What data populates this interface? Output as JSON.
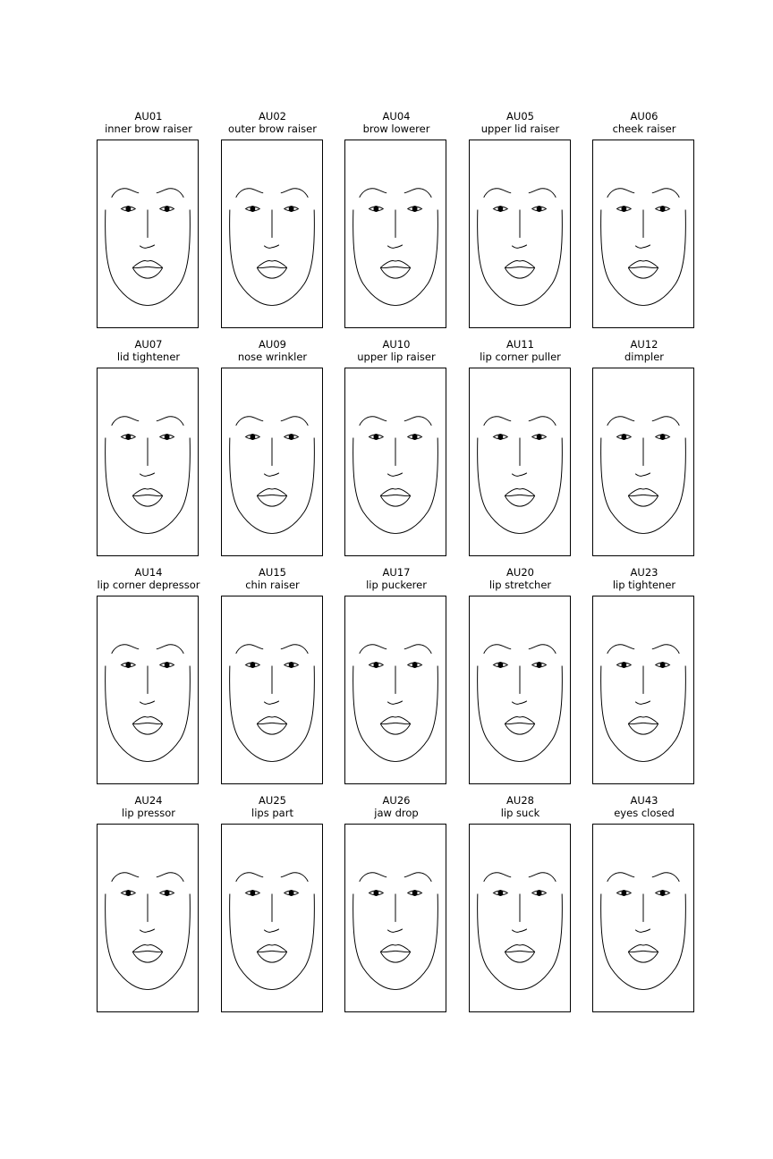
{
  "figure": {
    "line_color": "#000000",
    "panels": [
      {
        "code": "AU01",
        "name": "inner brow raiser"
      },
      {
        "code": "AU02",
        "name": "outer brow raiser"
      },
      {
        "code": "AU04",
        "name": "brow lowerer"
      },
      {
        "code": "AU05",
        "name": "upper lid raiser"
      },
      {
        "code": "AU06",
        "name": "cheek raiser"
      },
      {
        "code": "AU07",
        "name": "lid tightener"
      },
      {
        "code": "AU09",
        "name": "nose wrinkler"
      },
      {
        "code": "AU10",
        "name": "upper lip raiser"
      },
      {
        "code": "AU11",
        "name": "lip corner puller"
      },
      {
        "code": "AU12",
        "name": "dimpler"
      },
      {
        "code": "AU14",
        "name": "lip corner depressor"
      },
      {
        "code": "AU15",
        "name": "chin raiser"
      },
      {
        "code": "AU17",
        "name": "lip puckerer"
      },
      {
        "code": "AU20",
        "name": "lip stretcher"
      },
      {
        "code": "AU23",
        "name": "lip tightener"
      },
      {
        "code": "AU24",
        "name": "lip pressor"
      },
      {
        "code": "AU25",
        "name": "lips part"
      },
      {
        "code": "AU26",
        "name": "jaw drop"
      },
      {
        "code": "AU28",
        "name": "lip suck"
      },
      {
        "code": "AU43",
        "name": "eyes closed"
      }
    ]
  }
}
